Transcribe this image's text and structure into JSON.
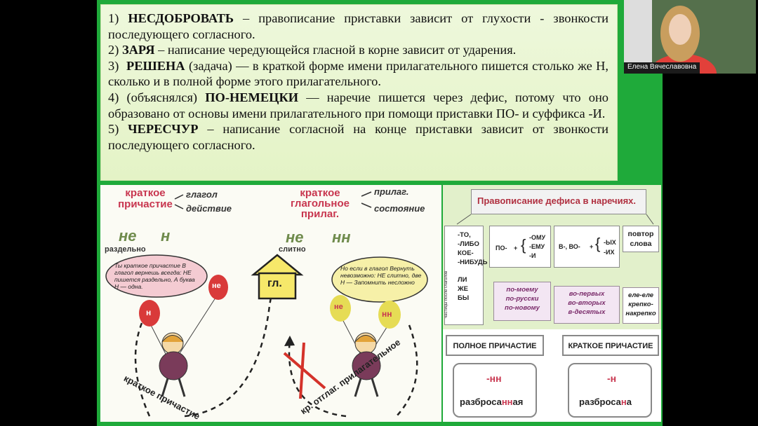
{
  "slide": {
    "items": [
      {
        "num": "1)",
        "term": "НЕСДОБРОВАТЬ",
        "rest": " – правописание приставки зависит от глухости - звонкости последующего согласного."
      },
      {
        "num": "2)",
        "term": "ЗАРЯ",
        "rest": " – написание чередующейся гласной в корне зависит от ударения."
      },
      {
        "num": "3)",
        "term": "РЕШЕНА",
        "rest": " (задача) — в краткой форме имени прилагательного пишется столько же Н, сколько и в полной форме этого прилагательного."
      },
      {
        "num": "4)",
        "pre": " (объяснялся) ",
        "term": "ПО-НЕМЕЦКИ",
        "rest": " — наречие пишется через дефис, потому что оно образовано от основы имени прилагательного при помощи приставки ПО- и суффикса -И."
      },
      {
        "num": "5)",
        "term": "ЧЕРЕСЧУР",
        "rest": " – написание согласной на конце приставки зависит от звонкости последующего согласного."
      }
    ]
  },
  "illustration": {
    "left_head": [
      "краткое",
      "причастие"
    ],
    "left_tags": [
      "глагол",
      "действие"
    ],
    "left_ne": "не",
    "left_n": "н",
    "left_sep": "раздельно",
    "right_head": [
      "краткое",
      "глагольное",
      "прилаг."
    ],
    "right_tags": [
      "прилаг.",
      "состояние"
    ],
    "right_ne": "не",
    "right_nn": "нн",
    "right_sep": "слитно",
    "house": "гл.",
    "bubble_left": "Ты краткое причастие В глагол вернешь всегда: НЕ пишется раздельно, А буква Н — одна.",
    "bubble_right": "Но если в глагол Вернуть невозможно: НЕ слитно, две Н — Запомнить несложно",
    "balloon_ne": "не",
    "balloon_n": "н",
    "balloon_ne2": "не",
    "balloon_nn": "нн",
    "curve_left": "краткое причастие",
    "curve_right": "кр. отглаг. прилагательное"
  },
  "diagram": {
    "title": "Правописание дефиса в наречиях.",
    "col1": [
      "-ТО,",
      "-ЛИБО",
      "КОЕ-",
      "-НИБУДЬ"
    ],
    "col1b": [
      "ЛИ",
      "ЖЕ",
      "БЫ"
    ],
    "side_text": "частицы после глаголов",
    "formula1_pre": "ПО-",
    "formula1": [
      "-ОМУ",
      "-ЕМУ",
      "-И"
    ],
    "formula2_pre": "В-, ВО-",
    "formula2": [
      "-ЫХ",
      "-ИХ"
    ],
    "repeat": [
      "повтор",
      "слова"
    ],
    "examples1": [
      "по-моему",
      "по-русски",
      "по-новому"
    ],
    "examples2": [
      "во-первых",
      "во-вторых",
      "в-десятых"
    ],
    "examples3": [
      "еле-еле",
      "крепко-",
      "накрепко"
    ],
    "full": "ПОЛНОЕ ПРИЧАСТИЕ",
    "short": "КРАТКОЕ ПРИЧАСТИЕ",
    "full_suffix": "-нн",
    "short_suffix": "-н",
    "full_word_a": "разброса",
    "full_word_b": "нн",
    "full_word_c": "ая",
    "short_word_a": "разброса",
    "short_word_b": "н",
    "short_word_c": "а"
  },
  "video": {
    "name": "Елена Вячеславовна"
  },
  "colors": {
    "slide_green": "#1faa3a",
    "accent_red": "#c8364f"
  }
}
